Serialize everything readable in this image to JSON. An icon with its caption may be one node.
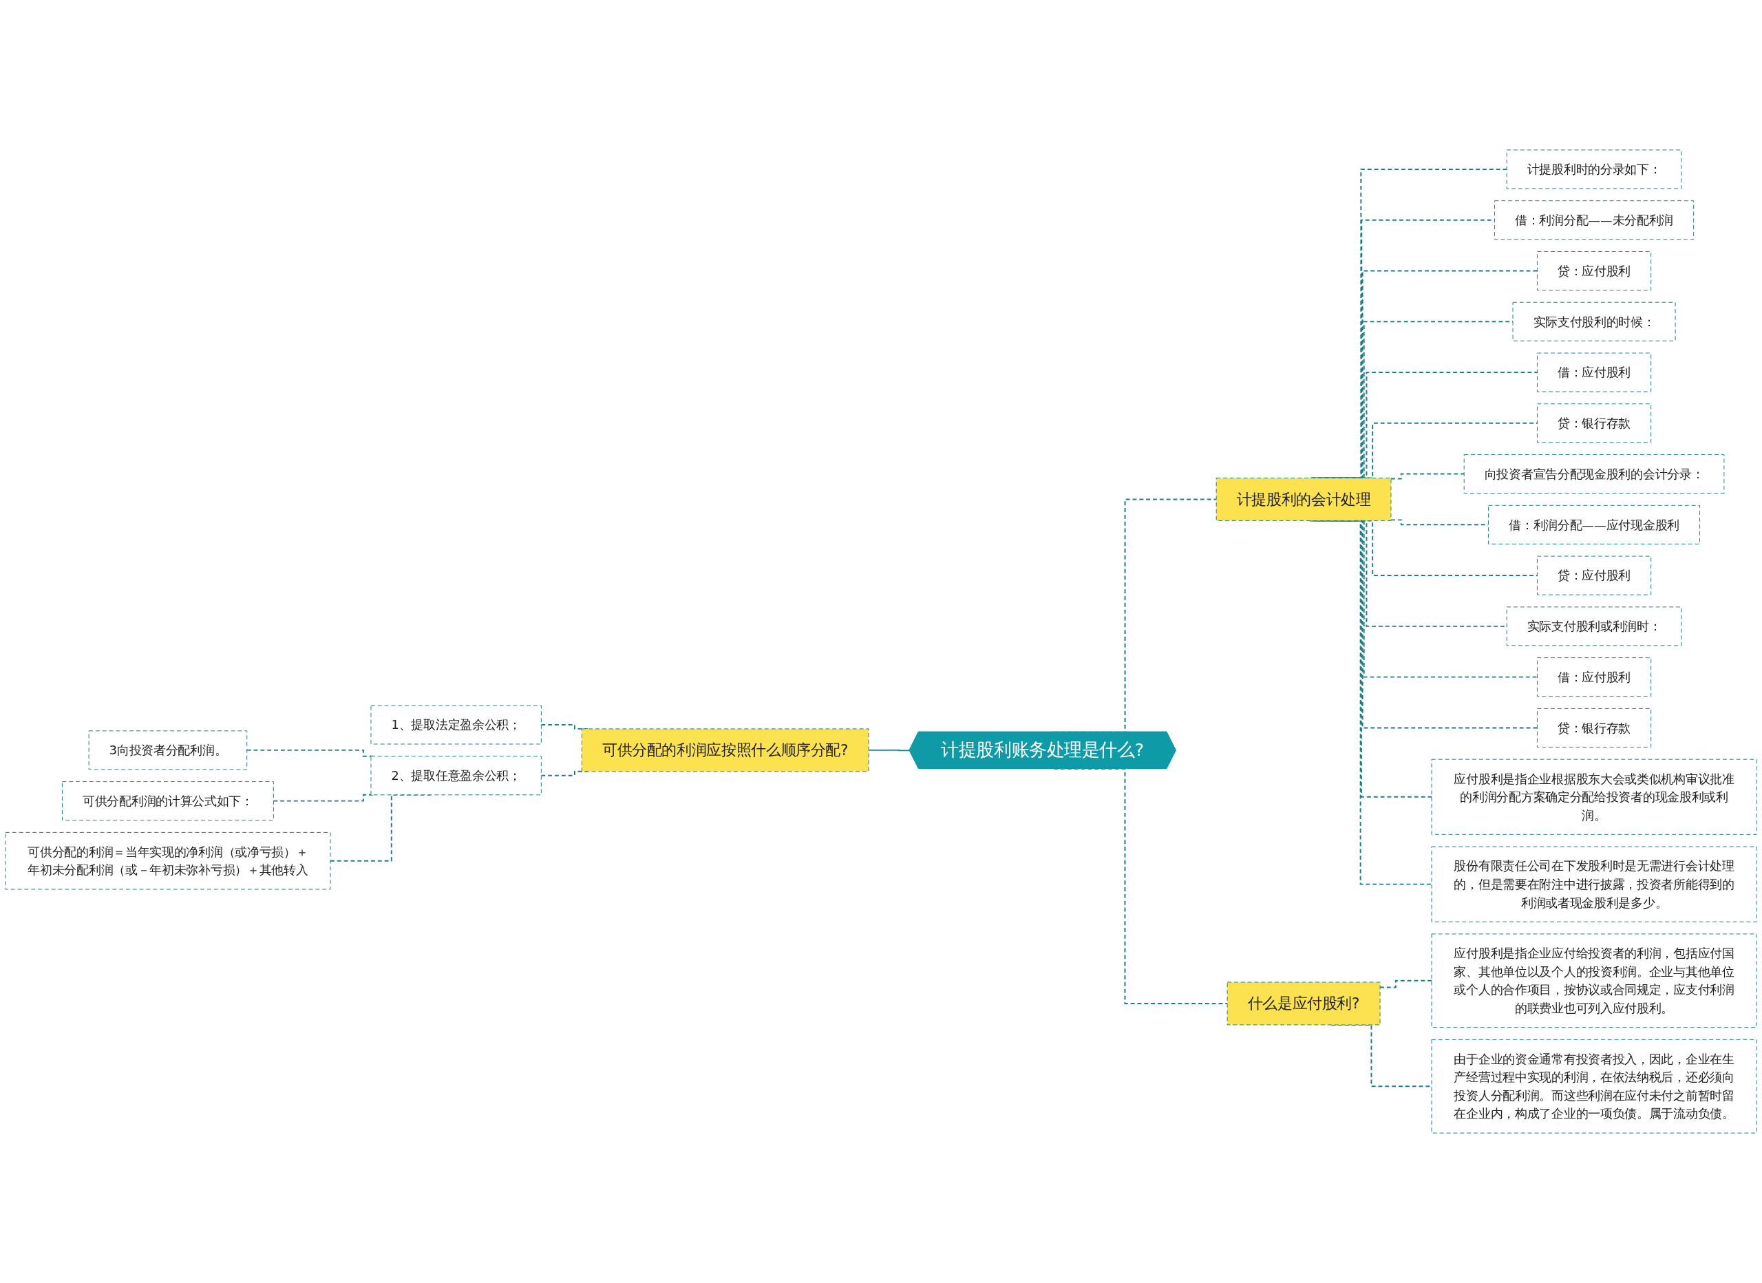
{
  "diagram": {
    "nodes": [
      {
        "text": [
          "计提股利账务处理是什么?"
        ]
      },
      {
        "text": [
          "计提股利的会计处理"
        ]
      },
      {
        "text": [
          "计提股利时的分录如下："
        ]
      },
      {
        "text": [
          "借：利润分配——未分配利润"
        ]
      },
      {
        "text": [
          "贷：应付股利"
        ]
      },
      {
        "text": [
          "实际支付股利的时候："
        ]
      },
      {
        "text": [
          "借：应付股利"
        ]
      },
      {
        "text": [
          "贷：银行存款"
        ]
      },
      {
        "text": [
          "向投资者宣告分配现金股利的会计分录："
        ]
      },
      {
        "text": [
          "借：利润分配——应付现金股利"
        ]
      },
      {
        "text": [
          "贷：应付股利"
        ]
      },
      {
        "text": [
          "实际支付股利或利润时："
        ]
      },
      {
        "text": [
          "借：应付股利"
        ]
      },
      {
        "text": [
          "贷：银行存款"
        ]
      },
      {
        "text": [
          "应付股利是指企业根据股东大会或类似机构审议批准的利润分配方案确定分配给投资者的现金股利或利润。"
        ]
      },
      {
        "text": [
          "股份有限责任公司在下发股利时是无需进行会计处理的，但是需要在附注中进行披露，投资者所能得到的利润或者现金股利是多少。"
        ]
      },
      {
        "text": [
          "什么是应付股利?"
        ]
      },
      {
        "text": [
          "应付股利是指企业应付给投资者的利润，包括应付国家、其他单位以及个人的投资利润。企业与其他单位或个人的合作项目，按协议或合同规定，应支付利润的联费业也可列入应付股利。"
        ]
      },
      {
        "text": [
          "由于企业的资金通常有投资者投入，因此，企业在生产经营过程中实现的利润，在依法纳税后，还必须向投资人分配利润。而这些利润在应付未付之前暂时留在企业内，构成了企业的一项负债。属于流动负债。"
        ]
      },
      {
        "text": [
          "可供分配的利润应按照什么顺序分配?"
        ]
      },
      {
        "text": [
          "1、提取法定盈余公积；"
        ]
      },
      {
        "text": [
          "2、提取任意盈余公积；"
        ]
      },
      {
        "text": [
          "3向投资者分配利润。"
        ]
      },
      {
        "text": [
          "可供分配利润的计算公式如下："
        ]
      },
      {
        "text": [
          "可供分配的利润＝当年实现的净利润（或净亏损）＋年初未分配利润（或－年初未弥补亏损）＋其他转入"
        ]
      }
    ],
    "edges": [
      {
        "from": 0,
        "to": 1,
        "arrow": "none",
        "style": "dashed"
      },
      {
        "from": 1,
        "to": 2,
        "arrow": "none",
        "style": "dashed"
      },
      {
        "from": 1,
        "to": 3,
        "arrow": "none",
        "style": "dashed"
      },
      {
        "from": 1,
        "to": 4,
        "arrow": "none",
        "style": "dashed"
      },
      {
        "from": 1,
        "to": 5,
        "arrow": "none",
        "style": "dashed"
      },
      {
        "from": 1,
        "to": 6,
        "arrow": "none",
        "style": "dashed"
      },
      {
        "from": 1,
        "to": 7,
        "arrow": "none",
        "style": "dashed"
      },
      {
        "from": 1,
        "to": 8,
        "arrow": "none",
        "style": "dashed"
      },
      {
        "from": 1,
        "to": 9,
        "arrow": "none",
        "style": "dashed"
      },
      {
        "from": 1,
        "to": 10,
        "arrow": "none",
        "style": "dashed"
      },
      {
        "from": 1,
        "to": 11,
        "arrow": "none",
        "style": "dashed"
      },
      {
        "from": 1,
        "to": 12,
        "arrow": "none",
        "style": "dashed"
      },
      {
        "from": 1,
        "to": 13,
        "arrow": "none",
        "style": "dashed"
      },
      {
        "from": 1,
        "to": 14,
        "arrow": "none",
        "style": "dashed"
      },
      {
        "from": 1,
        "to": 15,
        "arrow": "none",
        "style": "dashed"
      },
      {
        "from": 0,
        "to": 16,
        "arrow": "none",
        "style": "dashed"
      },
      {
        "from": 16,
        "to": 17,
        "arrow": "none",
        "style": "dashed"
      },
      {
        "from": 16,
        "to": 18,
        "arrow": "none",
        "style": "dashed"
      },
      {
        "from": 19,
        "to": 0,
        "arrow": "none"
      },
      {
        "from": 20,
        "to": 19,
        "arrow": "none",
        "style": "dashed"
      },
      {
        "from": 21,
        "to": 19,
        "arrow": "none",
        "style": "dashed"
      },
      {
        "from": 22,
        "to": 21,
        "arrow": "none",
        "style": "dashed"
      },
      {
        "from": 23,
        "to": 21,
        "arrow": "none",
        "style": "dashed"
      },
      {
        "from": 24,
        "to": 21,
        "arrow": "none",
        "style": "dashed"
      }
    ]
  }
}
